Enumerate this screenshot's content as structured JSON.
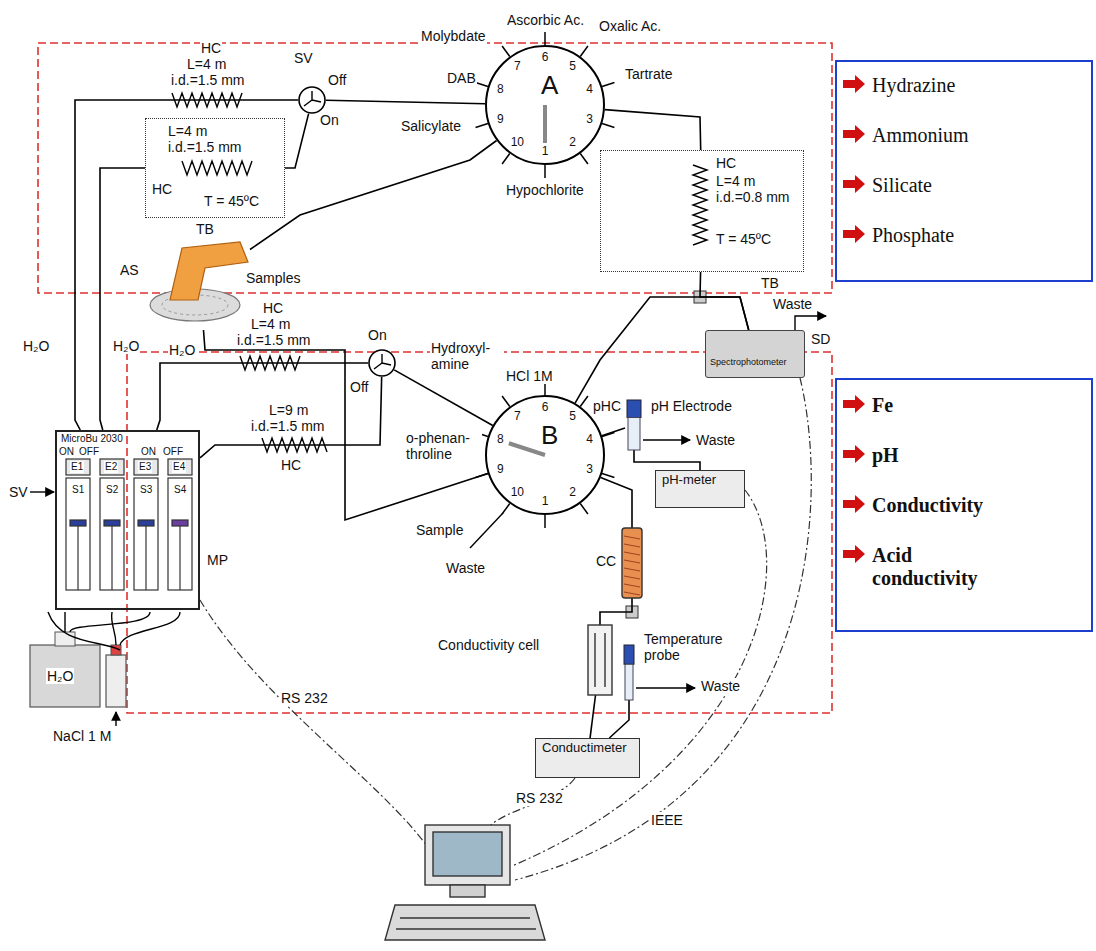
{
  "diagram": {
    "nodes": [
      {
        "text": [
          "L=4 m i.d.=1.5 mm",
          "HC",
          "T = 45ºC",
          "TB"
        ]
      },
      {
        "text": [
          "SV",
          "Off",
          "On"
        ]
      },
      {
        "text": [
          "A"
        ]
      },
      {
        "text": [
          "HC",
          "L=4 m i.d.=0.8 mm",
          "T = 45ºC",
          "TB"
        ]
      },
      {
        "text": [
          "Hydrazine",
          "Ammonium",
          "Silicate",
          "Phosphate"
        ]
      },
      {
        "text": [
          "AS",
          "Samples"
        ]
      },
      {
        "text": [
          "Spectrophotometer",
          "SD"
        ]
      },
      {
        "text": [
          "On",
          "Off"
        ]
      },
      {
        "text": [
          "B"
        ]
      },
      {
        "text": [
          "pH Electrode"
        ]
      },
      {
        "text": [
          "pH-meter"
        ]
      },
      {
        "text": [
          "Fe",
          "pH",
          "Conductivity",
          "Acid conductivity"
        ]
      },
      {
        "text": [
          "MicroBu 2030",
          "MP"
        ]
      },
      {
        "text": [
          "CC"
        ]
      },
      {
        "text": [
          "Conductivity cell"
        ]
      },
      {
        "text": [
          "Temperature probe"
        ]
      },
      {
        "text": [
          "Conductimeter"
        ]
      }
    ],
    "edges": [
      {
        "from": 12,
        "to": 0,
        "arrow": "none"
      },
      {
        "from": 0,
        "to": 1,
        "arrow": "none"
      },
      {
        "from": 12,
        "to": 1,
        "arrow": "none"
      },
      {
        "from": 1,
        "to": 2,
        "arrow": "none"
      },
      {
        "from": 2,
        "to": 3,
        "arrow": "none"
      },
      {
        "from": 3,
        "to": 6,
        "arrow": "none"
      },
      {
        "from": 8,
        "to": 6,
        "arrow": "none"
      },
      {
        "from": 5,
        "to": 2,
        "arrow": "none"
      },
      {
        "from": 5,
        "to": 8,
        "arrow": "none"
      },
      {
        "from": 12,
        "to": 7,
        "arrow": "none"
      },
      {
        "from": 12,
        "to": 7,
        "arrow": "none"
      },
      {
        "from": 7,
        "to": 8,
        "arrow": "none"
      },
      {
        "from": 8,
        "to": 9,
        "arrow": "none"
      },
      {
        "from": 9,
        "to": 10,
        "arrow": "none"
      },
      {
        "from": 8,
        "to": 13,
        "arrow": "none"
      },
      {
        "from": 13,
        "to": 14,
        "arrow": "none"
      },
      {
        "from": 14,
        "to": 16,
        "arrow": "none"
      },
      {
        "from": 15,
        "to": 16,
        "arrow": "none"
      }
    ],
    "labels": [
      "Ascorbic Ac.",
      "Oxalic Ac.",
      "Molybdate",
      "Tartrate",
      "DAB",
      "Salicylate",
      "1",
      "2",
      "3",
      "4",
      "5",
      "6",
      "7",
      "8",
      "9",
      "10",
      "Hypochlorite",
      "HC",
      "L=4 m",
      "i.d.=1.5 mm",
      "H₂O",
      "H₂O",
      "H₂O",
      "HC",
      "L=4 m",
      "i.d.=1.5 mm",
      "L=9 m",
      "i.d.=1.5 mm",
      "HC",
      "SV",
      "ON",
      "OFF",
      "ON",
      "OFF",
      "E1",
      "E2",
      "E3",
      "E4",
      "S1",
      "S2",
      "S3",
      "S4",
      "NaCl 1 M",
      "H₂O",
      "HCl 1M",
      "Hydroxyl- amine",
      "o-phenan- throline",
      "Sample",
      "Waste",
      "1",
      "2",
      "3",
      "4",
      "5",
      "6",
      "7",
      "8",
      "9",
      "10",
      "pHC",
      "Waste",
      "Waste",
      "Waste",
      "RS 232",
      "RS 232",
      "IEEE"
    ]
  }
}
